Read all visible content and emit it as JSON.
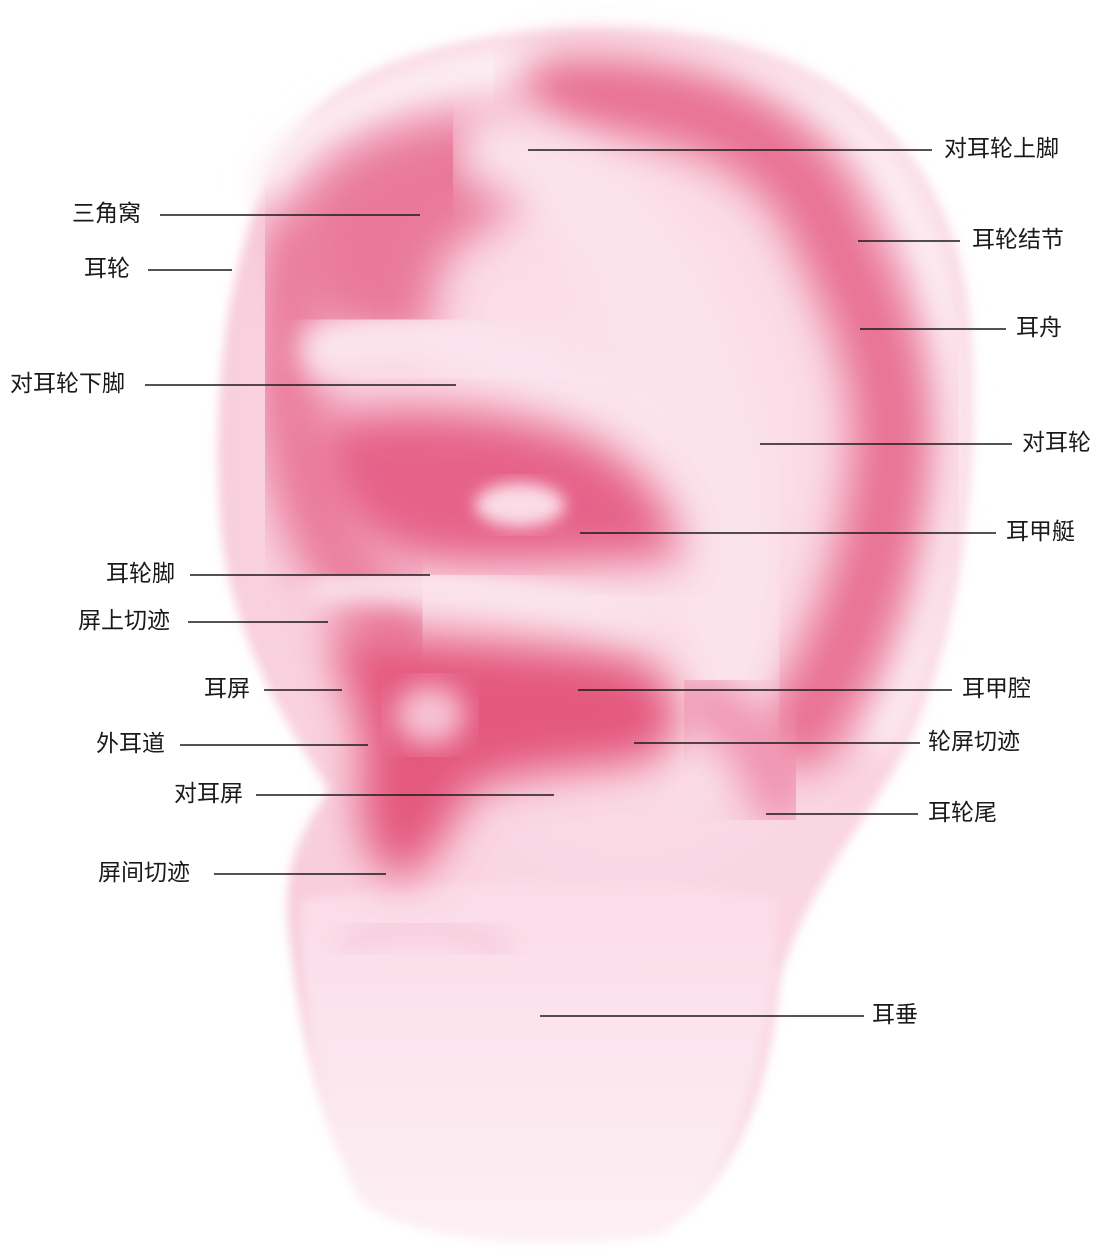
{
  "diagram": {
    "labels": {
      "sanjiaowo": "三角窝",
      "erlun": "耳轮",
      "duierlunxiajiao": "对耳轮下脚",
      "erlunjiao": "耳轮脚",
      "pingshangqieji": "屏上切迹",
      "erping": "耳屏",
      "waierdao": "外耳道",
      "duierping": "对耳屏",
      "pingjianqieji": "屏间切迹",
      "duierlunshangjiao": "对耳轮上脚",
      "erlunjiejie": "耳轮结节",
      "erzhou": "耳舟",
      "duierlun": "对耳轮",
      "erjiating": "耳甲艇",
      "erjiaqiang": "耳甲腔",
      "lunpingqieji": "轮屏切迹",
      "erlunwei": "耳轮尾",
      "erchui": "耳垂"
    },
    "colors": {
      "ear_base": "#f9d6e3",
      "ear_pink": "#ef8fae",
      "ear_deep": "#e45a7f",
      "ear_light": "#fdeef4",
      "leader_line": "#1a1a1a"
    }
  }
}
